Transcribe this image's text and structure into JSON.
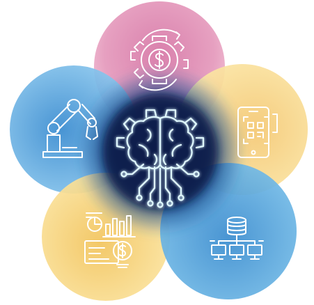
{
  "diagram": {
    "center": {
      "icon": "ai-brain-gear-circuit-icon",
      "color": "#dff8ff",
      "glow": "#56c8ff"
    },
    "petals": [
      {
        "position": "top",
        "icon": "gear-dollar-cycle-icon",
        "color_inner": "#d97aa9",
        "color_outer": "#f3b6cf"
      },
      {
        "position": "upper-right",
        "icon": "smartphone-qr-scan-icon",
        "color_inner": "#f2c26c",
        "color_outer": "#fbe7a6"
      },
      {
        "position": "lower-right",
        "icon": "database-network-icon",
        "color_inner": "#3f8fd0",
        "color_outer": "#7cc1ea"
      },
      {
        "position": "lower-left",
        "icon": "financial-dashboard-icon",
        "color_inner": "#f3c45e",
        "color_outer": "#fbe6a1"
      },
      {
        "position": "upper-left",
        "icon": "robotic-arm-icon",
        "color_inner": "#3f8fd0",
        "color_outer": "#8cc7ec"
      }
    ],
    "core_color": "#0a1f4e",
    "icon_stroke": "#ffffff"
  }
}
